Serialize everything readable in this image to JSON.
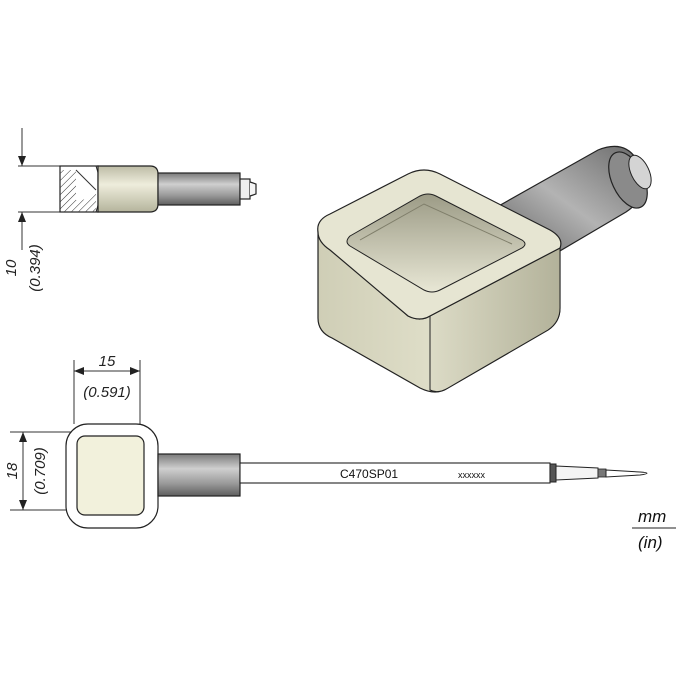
{
  "dimensions": {
    "height_mm": "10",
    "height_in": "(0.394)",
    "width_mm": "15",
    "width_in": "(0.591)",
    "length_mm": "18",
    "length_in": "(0.709)"
  },
  "part": {
    "code": "C470SP01",
    "serial_placeholder": "xxxxxx"
  },
  "units": {
    "primary": "mm",
    "secondary": "(in)"
  },
  "colors": {
    "tip_body": "#d9d8c4",
    "tip_shadow": "#b9b8a0",
    "sleeve": "#a3a3a3",
    "sleeve_dark": "#6d6d6d",
    "outline": "#222222"
  }
}
